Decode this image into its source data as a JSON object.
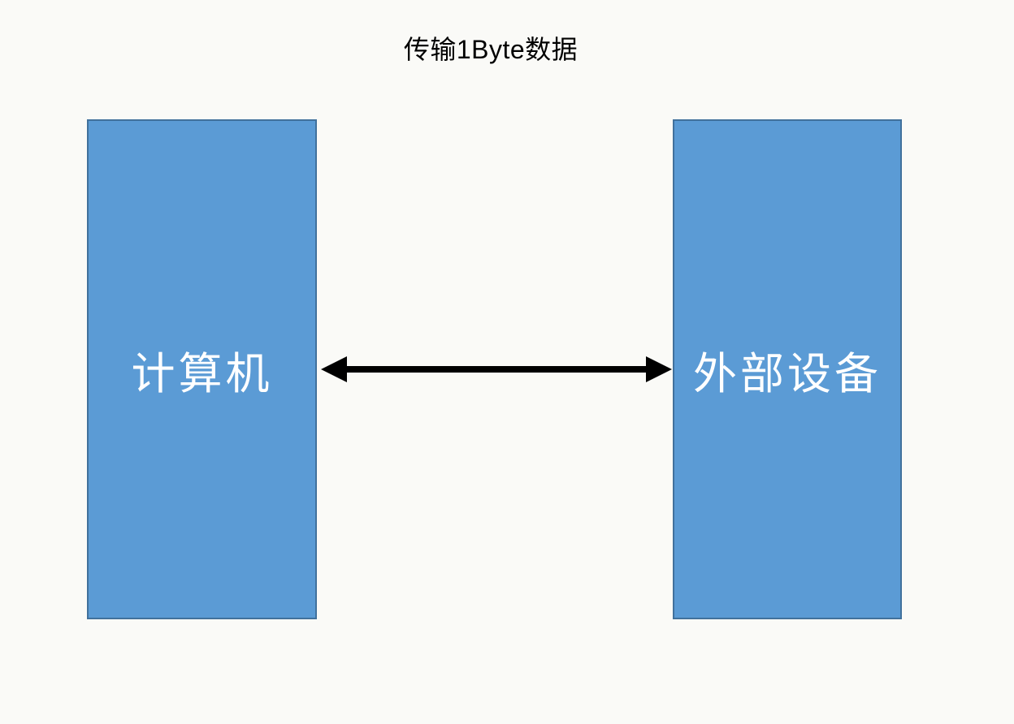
{
  "diagram": {
    "title": "传输1Byte数据",
    "nodes": [
      {
        "id": "computer",
        "label": "计算机"
      },
      {
        "id": "external-device",
        "label": "外部设备"
      }
    ],
    "connector": {
      "type": "double-headed-arrow",
      "from": "计算机",
      "to": "外部设备",
      "direction": "bidirectional"
    }
  },
  "colors": {
    "background": "#fafaf7",
    "box_fill": "#5b9bd5",
    "box_border": "#41719c",
    "box_text": "#ffffff",
    "title_text": "#000000",
    "arrow": "#000000"
  }
}
